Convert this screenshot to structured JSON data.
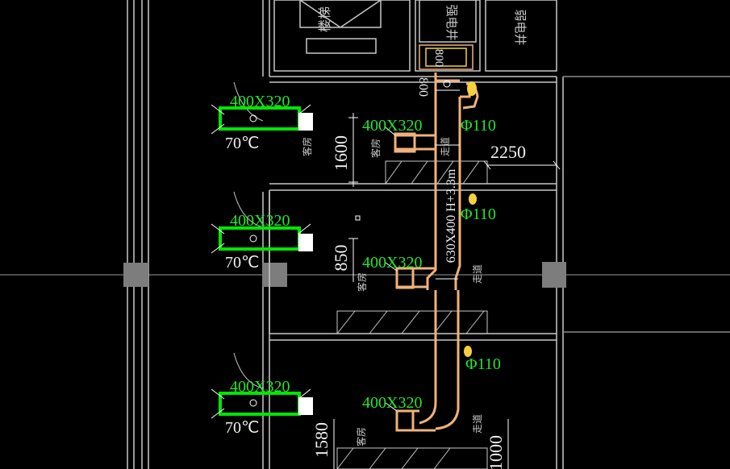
{
  "colors": {
    "background": "#000000",
    "wall": "#c8c8c8",
    "wall_dark": "#8a8a8a",
    "duct": "#f0b27a",
    "green": "#00e600",
    "label_green": "#27e42f",
    "text_white": "#f2f2f2",
    "yellow": "#f4d03f",
    "column": "#7d7d7d",
    "accent_white": "#ffffff"
  },
  "rooms": {
    "stair_label": "楼梯",
    "shaft_label_1": "强电井",
    "shaft_label_2": "弱电井"
  },
  "duct_labels": {
    "unit_top": "400X320",
    "unit_mid": "400X320",
    "unit_bot": "400X320",
    "branch_top": "400X320",
    "branch_mid": "400X320",
    "branch_bot": "400X320",
    "main": "630X400 H+3.3m",
    "pipe_top": "Φ110",
    "pipe_mid": "Φ110",
    "pipe_bot": "Φ110",
    "riser_size": "800",
    "riser_size_2": "800"
  },
  "temperatures": {
    "top": "70℃",
    "mid": "70℃",
    "bot": "70℃"
  },
  "dimensions": {
    "d1600": "1600",
    "d2250": "2250",
    "d850": "850",
    "d1580": "1580",
    "d1000": "1000"
  },
  "small_text": {
    "s1": "客房",
    "s2": "客房",
    "s3": "客房",
    "s4": "客房",
    "s5": "走道",
    "s6": "走道",
    "s7": "走道"
  }
}
